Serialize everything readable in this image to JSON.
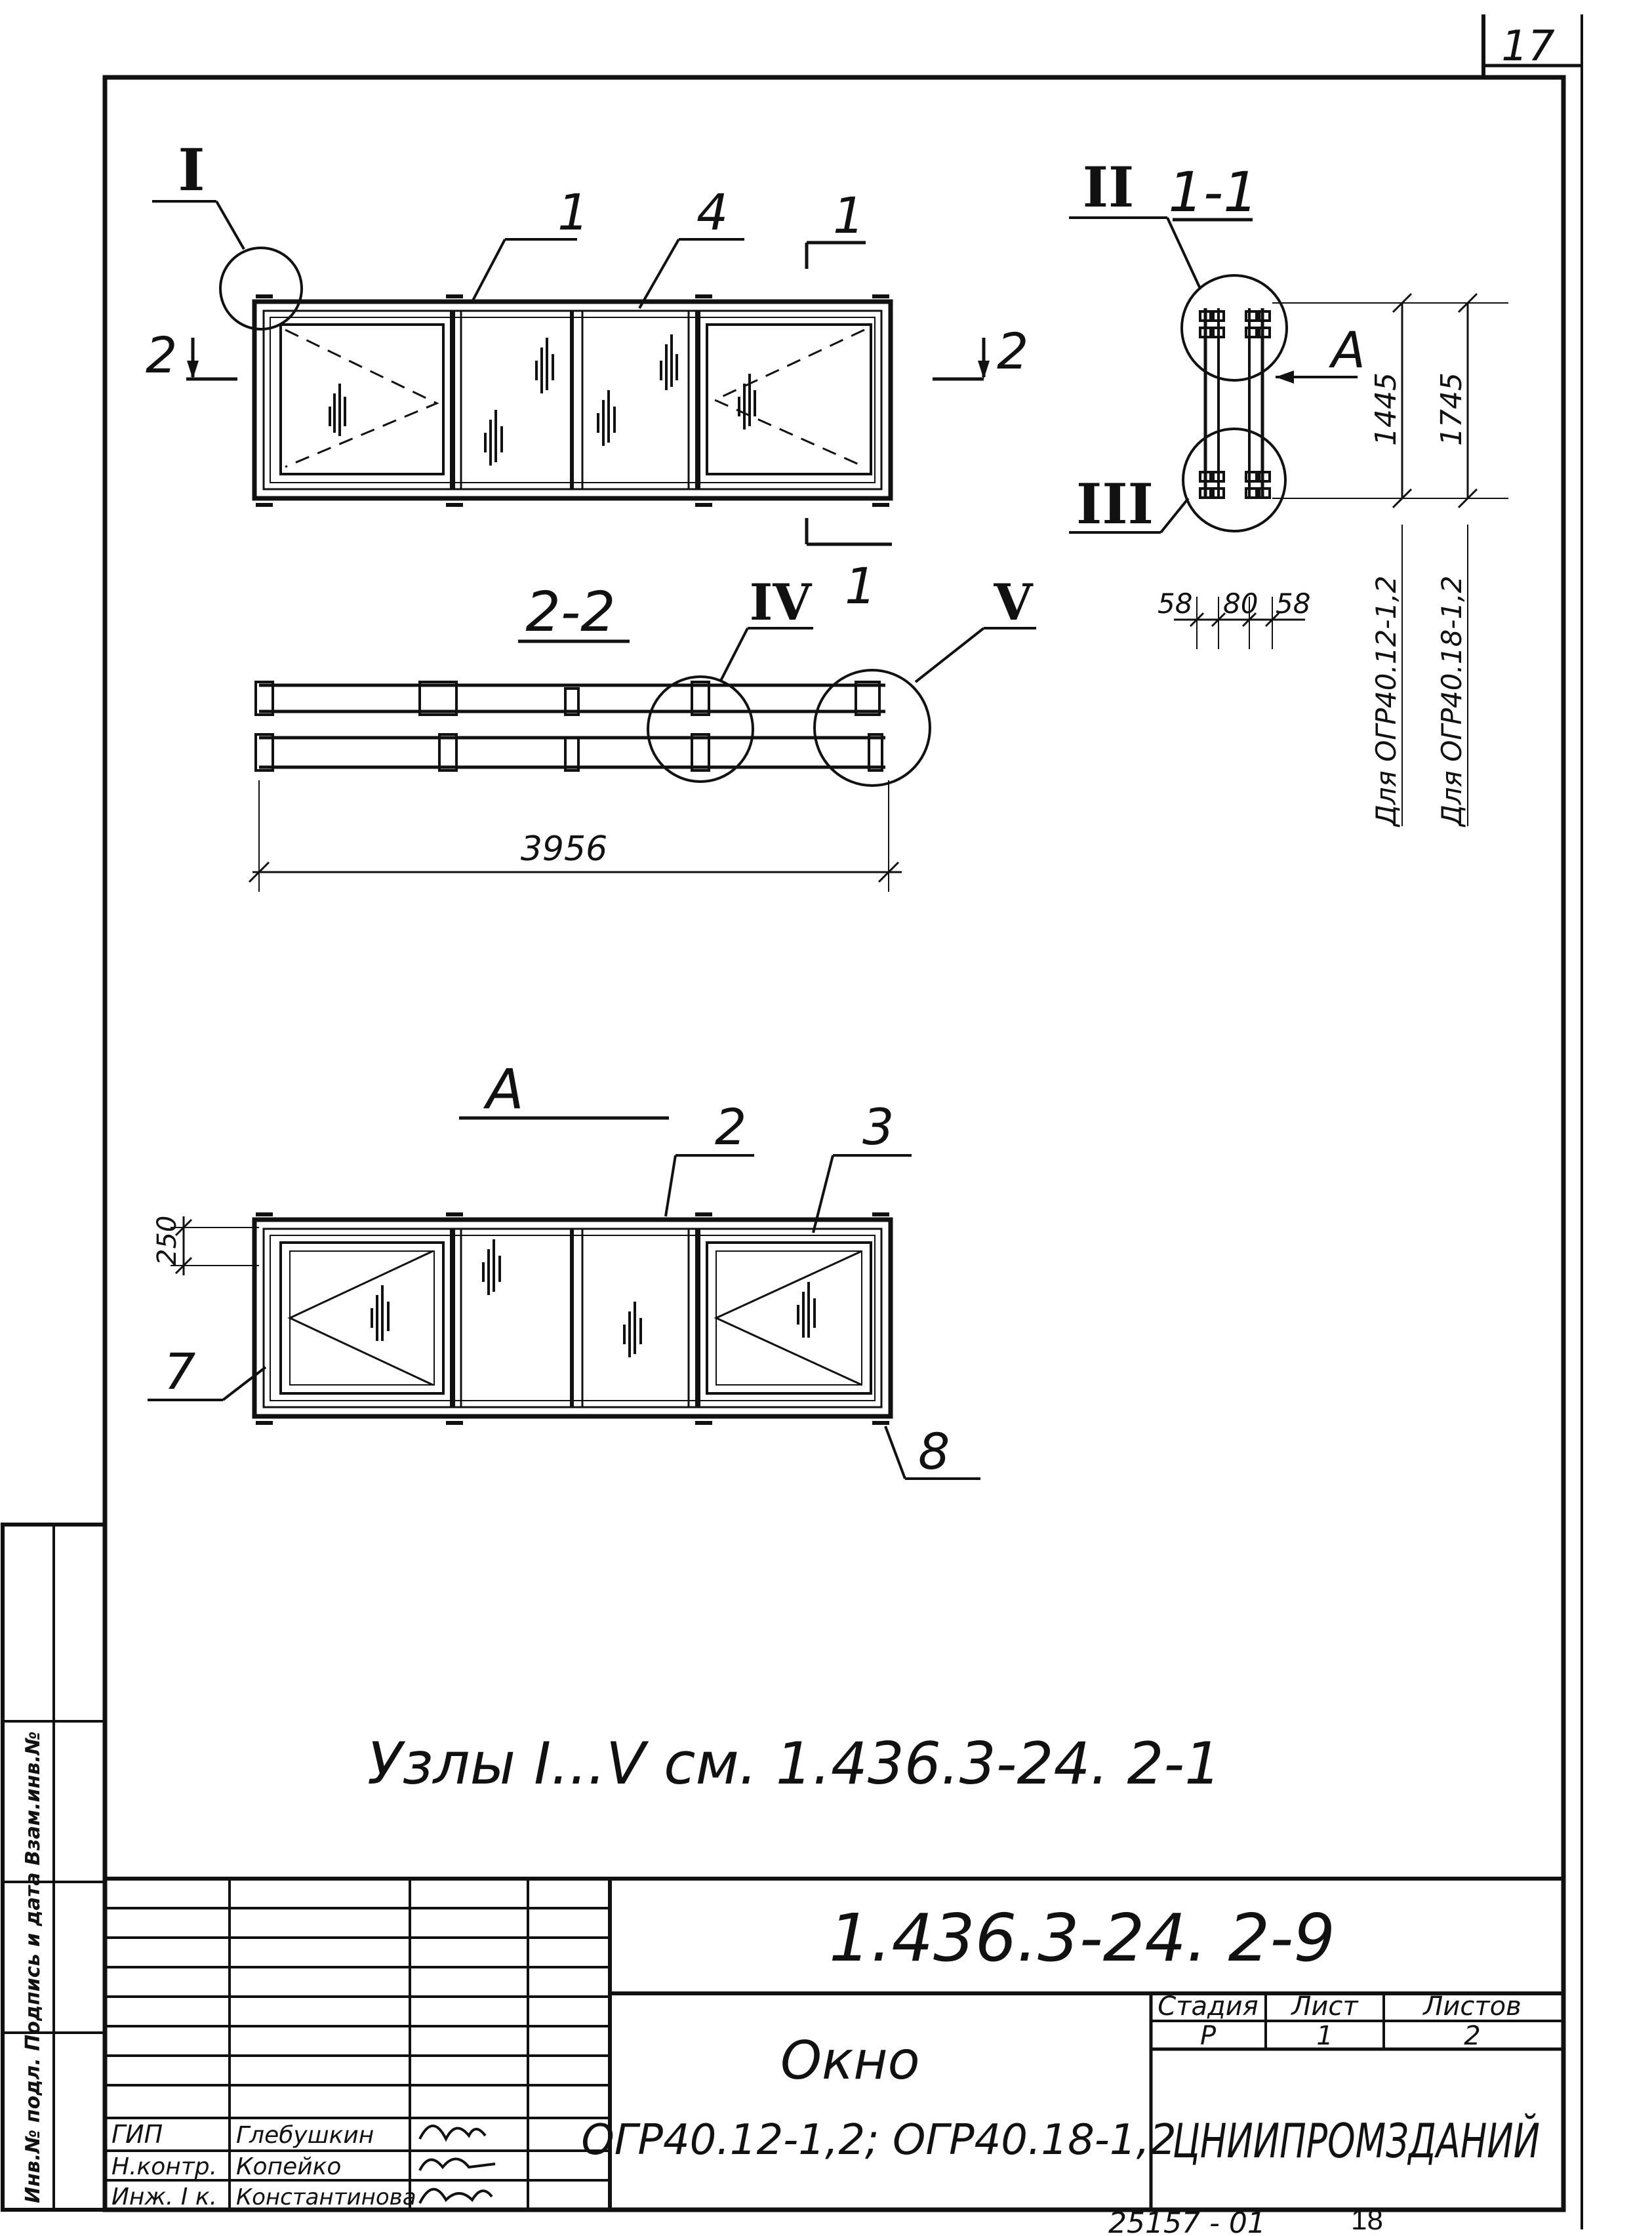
{
  "sheet": {
    "page_number": "17",
    "archive_number": "25157 - 01",
    "archive_suffix": "18"
  },
  "views": {
    "elevation": {
      "callout_node": "I",
      "section_2_left": "2",
      "section_2_right": "2",
      "section_1_top": "1",
      "section_1_bottom": "1",
      "pos_frame": "1",
      "pos_glass": "4"
    },
    "section_1_1": {
      "title": "1-1",
      "node_top": "II",
      "node_bottom": "III",
      "view_marker": "A",
      "dim_height_a": "1445",
      "dim_height_b": "1745",
      "dim_58_left": "58",
      "dim_80": "80",
      "dim_58_right": "58",
      "for_type_a": "Для ОГР40.12-1,2",
      "for_type_b": "Для ОГР40.18-1,2"
    },
    "section_2_2": {
      "title": "2-2",
      "node_iv": "IV",
      "node_v": "V",
      "dim_length": "3956"
    },
    "view_a": {
      "title": "A",
      "pos_2": "2",
      "pos_3": "3",
      "pos_7": "7",
      "pos_8": "8",
      "dim_250": "250"
    }
  },
  "note": "Узлы I...V см. 1.436.3-24. 2-1",
  "title_block": {
    "doc_code": "1.436.3-24. 2-9",
    "name_line1": "Окно",
    "name_line2": "ОГР40.12-1,2; ОГР40.18-1,2",
    "stage_header": "Стадия",
    "sheet_header": "Лист",
    "sheets_header": "Листов",
    "stage": "Р",
    "sheet": "1",
    "sheets": "2",
    "org": "ЦНИИПРОМЗДАНИЙ",
    "roles": [
      {
        "role": "ГИП",
        "name": "Глебушкин"
      },
      {
        "role": "Н.контр.",
        "name": "Копейко"
      },
      {
        "role": "Инж. I к.",
        "name": "Константинова"
      }
    ],
    "side_stamp": "Инв.№ подл. Подпись и дата Взам.инв.№"
  }
}
